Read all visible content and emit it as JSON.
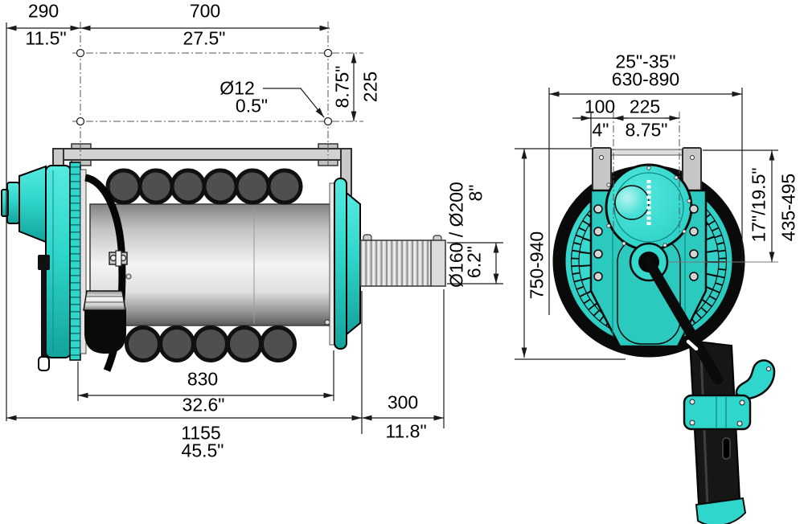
{
  "left_view": {
    "d290": {
      "mm": "290",
      "inch": "11.5\""
    },
    "d700": {
      "mm": "700",
      "inch": "27.5\""
    },
    "hole": {
      "dia_mm": "Ø12",
      "dia_inch": "0.5\""
    },
    "bolt_v": {
      "inch": "8.75\"",
      "mm": "225"
    },
    "outlet_dia": {
      "label": "Ø160 / Ø200",
      "inch": "8\""
    },
    "outlet_inner": {
      "inch": "6.2\""
    },
    "d830": {
      "mm": "830",
      "inch": "32.6\""
    },
    "d300": {
      "mm": "300",
      "inch": "11.8\""
    },
    "d1155": {
      "mm": "1155",
      "inch": "45.5\""
    }
  },
  "right_view": {
    "width_range": {
      "inch": "25\"-35\"",
      "mm": "630-890"
    },
    "d100": {
      "mm": "100",
      "inch": "4\""
    },
    "d225": {
      "mm": "225",
      "inch": "8.75\""
    },
    "height_range": {
      "mm": "750-940"
    },
    "axle_height": {
      "inch": "17\"/19.5\"",
      "mm": "435-495"
    }
  },
  "colors": {
    "teal": "#2fd6cb",
    "teal_dark": "#12a39b",
    "outline": "#0a0a0a",
    "dim_line": "#1a1a1a",
    "roller_gray": "#4f4f4f",
    "frame_gray": "#c9c9c9"
  }
}
